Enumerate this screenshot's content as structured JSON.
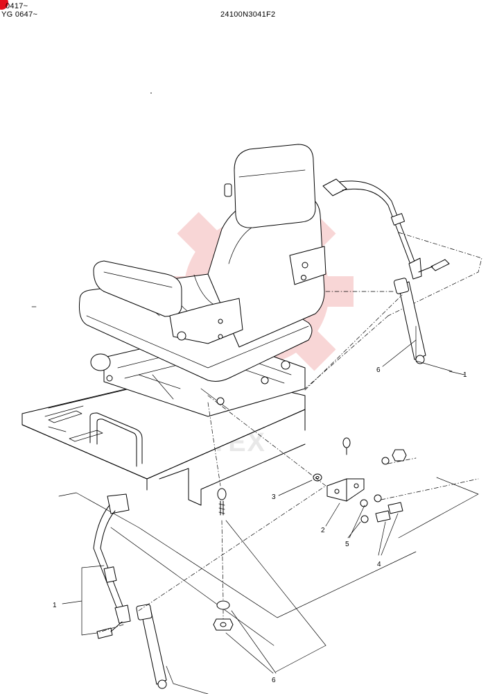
{
  "header": {
    "range_line_1": "0417~",
    "range_line_2": "YG 0647~",
    "part_code": "24100N3041F2"
  },
  "watermark": {
    "text": "HITEX",
    "color": "#f4b6b6"
  },
  "brand_colors": {
    "badge_red": "#e3101c",
    "line": "#000000"
  },
  "callouts": [
    {
      "id": "c1-right",
      "text": "1"
    },
    {
      "id": "c1-left",
      "text": "1"
    },
    {
      "id": "c2",
      "text": "2"
    },
    {
      "id": "c3",
      "text": "3"
    },
    {
      "id": "c4",
      "text": "4"
    },
    {
      "id": "c5",
      "text": "5"
    },
    {
      "id": "c6-upper",
      "text": "6"
    },
    {
      "id": "c6-lower",
      "text": "6"
    }
  ]
}
